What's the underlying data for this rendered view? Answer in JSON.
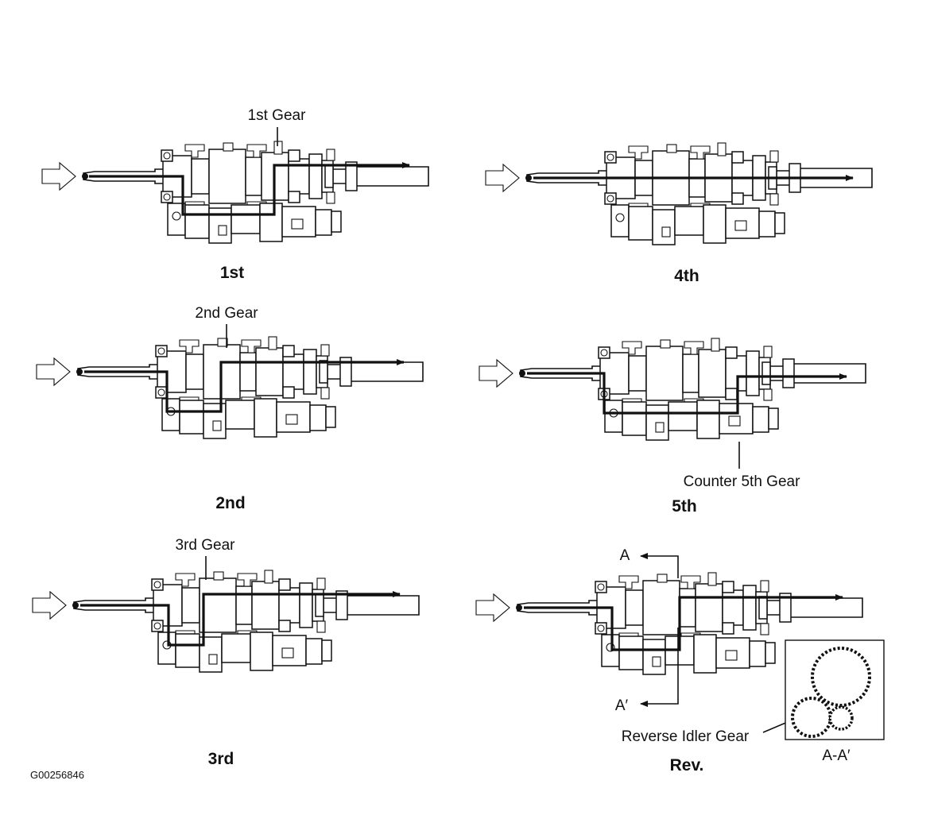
{
  "diagram": {
    "panels": [
      {
        "id": "first",
        "title": "1st",
        "callout": "1st Gear"
      },
      {
        "id": "second",
        "title": "2nd",
        "callout": "2nd Gear"
      },
      {
        "id": "third",
        "title": "3rd",
        "callout": "3rd Gear"
      },
      {
        "id": "fourth",
        "title": "4th",
        "callout": ""
      },
      {
        "id": "fifth",
        "title": "5th",
        "callout": "Counter 5th Gear"
      },
      {
        "id": "reverse",
        "title": "Rev.",
        "callout": "Reverse Idler Gear"
      }
    ],
    "section": {
      "label_top": "A",
      "label_bottom": "A′",
      "inset_label": "A-A′"
    },
    "figure_code": "G00256846"
  }
}
